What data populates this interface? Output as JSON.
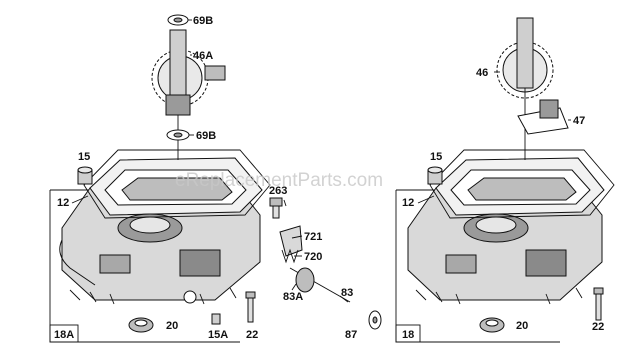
{
  "watermark": "eReplacementParts.com",
  "left_assembly": {
    "box_label": "18A",
    "labels": {
      "l69b_top": "69B",
      "l46a": "46A",
      "l69b_mid": "69B",
      "l15": "15",
      "l12": "12",
      "l20": "20",
      "l15a": "15A",
      "l22": "22"
    }
  },
  "center_parts": {
    "labels": {
      "l263": "263",
      "l721": "721",
      "l720": "720",
      "l83": "83",
      "l83a": "83A",
      "l87": "87"
    }
  },
  "right_assembly": {
    "box_label": "18",
    "labels": {
      "l46": "46",
      "l47": "47",
      "l15": "15",
      "l12": "12",
      "l20": "20",
      "l22": "22"
    }
  },
  "colors": {
    "ink": "#111111",
    "casting_fill": "#d9d9d9",
    "casting_dark": "#8a8a8a",
    "watermark": "#c8c8c8"
  }
}
